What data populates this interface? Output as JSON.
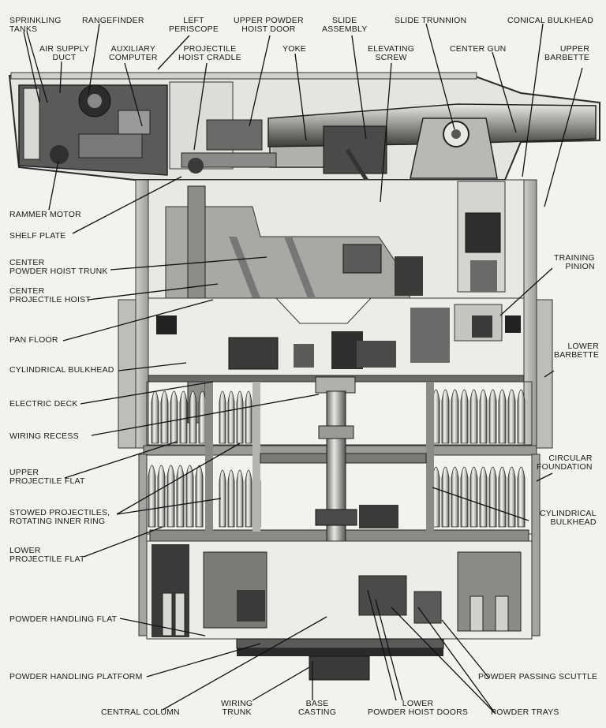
{
  "labels": {
    "sprinkling_tanks": [
      "SPRINKLING",
      "TANKS"
    ],
    "rangefinder": [
      "RANGEFINDER"
    ],
    "left_periscope": [
      "LEFT",
      "PERISCOPE"
    ],
    "upper_powder_hoist_door": [
      "UPPER POWDER",
      "HOIST DOOR"
    ],
    "slide_assembly": [
      "SLIDE",
      "ASSEMBLY"
    ],
    "slide_trunnion": [
      "SLIDE TRUNNION"
    ],
    "conical_bulkhead": [
      "CONICAL BULKHEAD"
    ],
    "air_supply_duct": [
      "AIR SUPPLY",
      "DUCT"
    ],
    "auxiliary_computer": [
      "AUXILIARY",
      "COMPUTER"
    ],
    "projectile_hoist_cradle": [
      "PROJECTILE",
      "HOIST CRADLE"
    ],
    "yoke": [
      "YOKE"
    ],
    "elevating_screw": [
      "ELEVATING",
      "SCREW"
    ],
    "center_gun": [
      "CENTER GUN"
    ],
    "upper_barbette": [
      "UPPER",
      "BARBETTE"
    ],
    "rammer_motor": [
      "RAMMER MOTOR"
    ],
    "shelf_plate": [
      "SHELF PLATE"
    ],
    "center_powder_hoist_trunk": [
      "CENTER",
      "POWDER HOIST TRUNK"
    ],
    "center_projectile_hoist": [
      "CENTER",
      "PROJECTILE HOIST"
    ],
    "training_pinion": [
      "TRAINING",
      "PINION"
    ],
    "pan_floor": [
      "PAN FLOOR"
    ],
    "lower_barbette": [
      "LOWER",
      "BARBETTE"
    ],
    "cylindrical_bulkhead_1": [
      "CYLINDRICAL BULKHEAD"
    ],
    "electric_deck": [
      "ELECTRIC DECK"
    ],
    "wiring_recess": [
      "WIRING RECESS"
    ],
    "upper_projectile_flat": [
      "UPPER",
      "PROJECTILE FLAT"
    ],
    "circular_foundation": [
      "CIRCULAR",
      "FOUNDATION"
    ],
    "stowed_projectiles": [
      "STOWED PROJECTILES,",
      "ROTATING INNER RING"
    ],
    "cylindrical_bulkhead_2": [
      "CYLINDRICAL",
      "BULKHEAD"
    ],
    "lower_projectile_flat": [
      "LOWER",
      "PROJECTILE FLAT"
    ],
    "powder_handling_flat": [
      "POWDER HANDLING FLAT"
    ],
    "powder_handling_platform": [
      "POWDER HANDLING PLATFORM"
    ],
    "powder_passing_scuttle": [
      "POWDER PASSING SCUTTLE"
    ],
    "central_column": [
      "CENTRAL COLUMN"
    ],
    "wiring_trunk": [
      "WIRING",
      "TRUNK"
    ],
    "base_casting": [
      "BASE",
      "CASTING"
    ],
    "lower_powder_hoist_doors": [
      "LOWER",
      "POWDER HOIST DOORS"
    ],
    "powder_trays": [
      "POWDER TRAYS"
    ]
  }
}
